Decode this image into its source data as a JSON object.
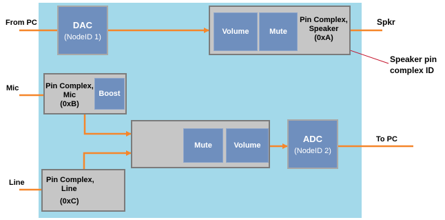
{
  "signals": {
    "from_pc": "From PC",
    "spkr": "Spkr",
    "mic": "Mic",
    "line": "Line",
    "to_pc": "To PC"
  },
  "dac": {
    "title": "DAC",
    "node": "(NodeID 1)"
  },
  "speaker_pin": {
    "volume": "Volume",
    "mute": "Mute",
    "line1": "Pin Complex,",
    "line2": "Speaker",
    "line3": "(0xA)"
  },
  "callout": {
    "line1": "Speaker pin",
    "line2": "complex ID"
  },
  "mic_pin": {
    "line1": "Pin Complex,",
    "line2": "Mic",
    "line3": "(0xB)",
    "boost": "Boost"
  },
  "mixer": {
    "mute": "Mute",
    "volume": "Volume"
  },
  "adc": {
    "title": "ADC",
    "node": "(NodeID 2)"
  },
  "line_pin": {
    "line1": "Pin Complex,",
    "line2": "Line",
    "line3": "(0xC)"
  },
  "colors": {
    "background": "#a3d9ea",
    "block_blue": "#6f8fbe",
    "block_gray": "#c6c6c6",
    "wire": "#f5862a",
    "callout": "#c4142c"
  }
}
